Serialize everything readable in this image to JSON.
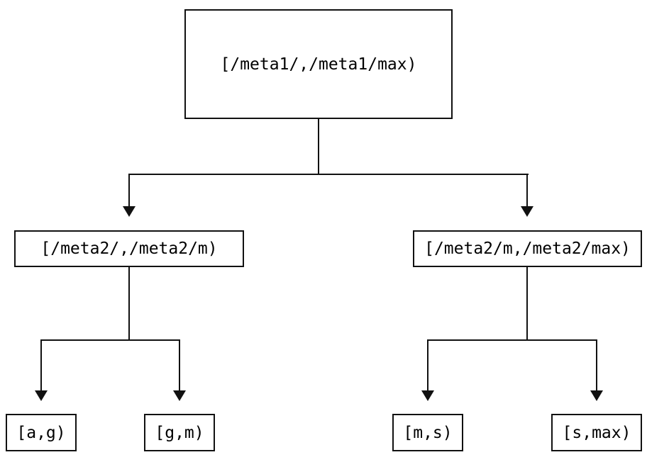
{
  "diagram": {
    "type": "tree",
    "background_color": "#ffffff",
    "line_color": "#111111",
    "text_color": "#000000",
    "nodes": {
      "root": {
        "label": "[/meta1/,/meta1/max)",
        "level": 0
      },
      "meta2_low": {
        "label": "[/meta2/,/meta2/m)",
        "level": 1
      },
      "meta2_high": {
        "label": "[/meta2/m,/meta2/max)",
        "level": 1
      },
      "leaf_ag": {
        "label": "[a,g)",
        "level": 2
      },
      "leaf_gm": {
        "label": "[g,m)",
        "level": 2
      },
      "leaf_ms": {
        "label": "[m,s)",
        "level": 2
      },
      "leaf_smax": {
        "label": "[s,max)",
        "level": 2
      }
    },
    "edges": [
      {
        "from": "root",
        "to": "meta2_low"
      },
      {
        "from": "root",
        "to": "meta2_high"
      },
      {
        "from": "meta2_low",
        "to": "leaf_ag"
      },
      {
        "from": "meta2_low",
        "to": "leaf_gm"
      },
      {
        "from": "meta2_high",
        "to": "leaf_ms"
      },
      {
        "from": "meta2_high",
        "to": "leaf_smax"
      }
    ]
  }
}
